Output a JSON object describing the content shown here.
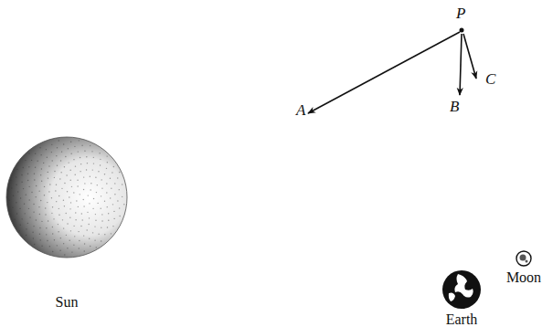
{
  "diagram": {
    "nodes": [
      {
        "text": [
          "Sun"
        ]
      },
      {
        "text": [
          "Earth"
        ]
      },
      {
        "text": [
          "Moon"
        ]
      }
    ],
    "labels": [
      "P",
      "A",
      "B",
      "C"
    ]
  }
}
